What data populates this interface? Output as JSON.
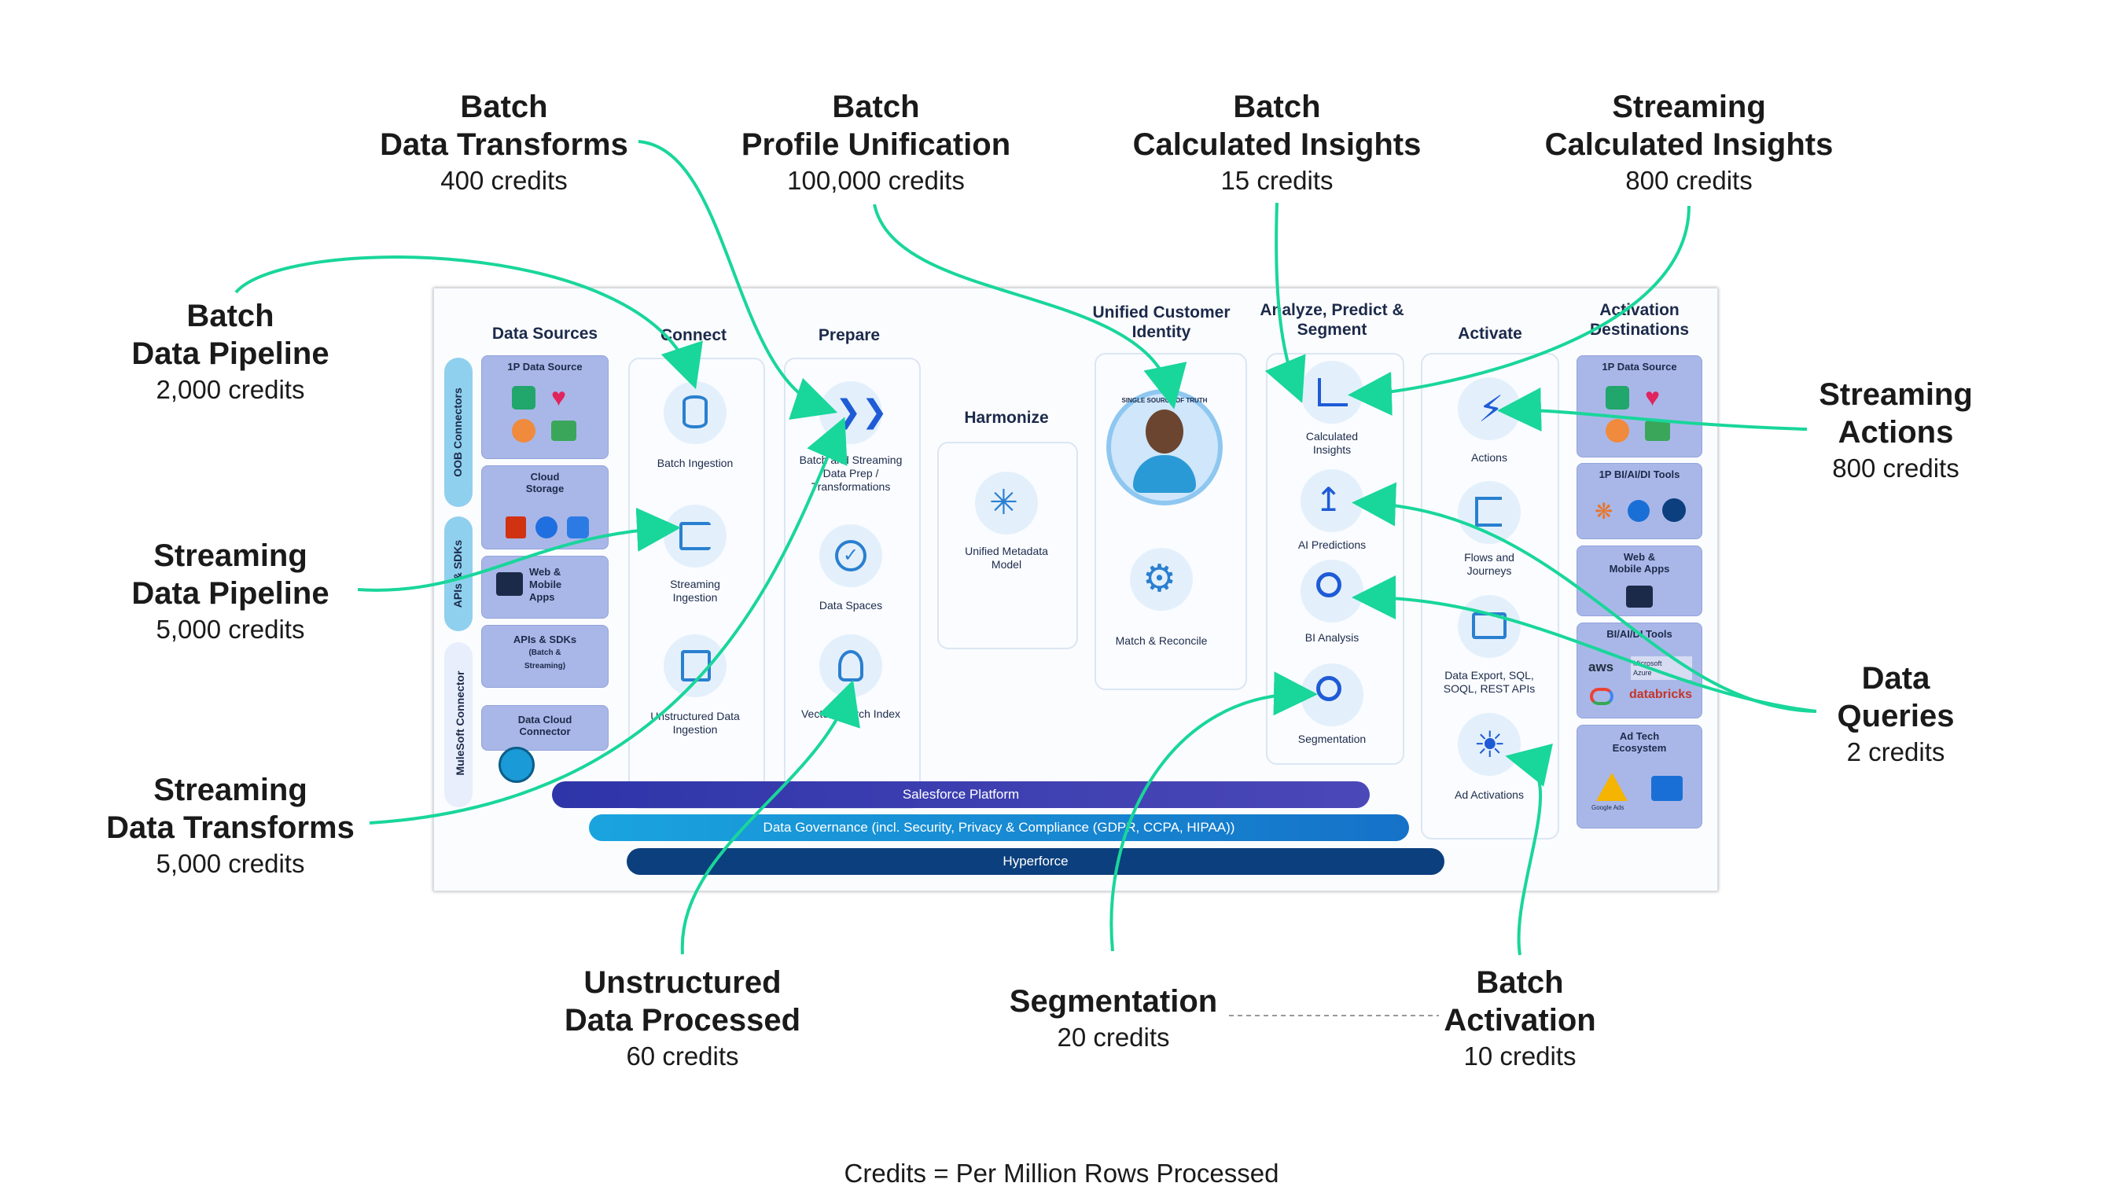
{
  "callouts": [
    {
      "id": "batch-data-transforms",
      "l1": "Batch",
      "l2": "Data Transforms",
      "credits": "400 credits"
    },
    {
      "id": "batch-profile-unification",
      "l1": "Batch",
      "l2": "Profile Unification",
      "credits": "100,000 credits"
    },
    {
      "id": "batch-calculated-insights",
      "l1": "Batch",
      "l2": "Calculated Insights",
      "credits": "15 credits"
    },
    {
      "id": "streaming-calculated-insights",
      "l1": "Streaming",
      "l2": "Calculated Insights",
      "credits": "800 credits"
    },
    {
      "id": "batch-data-pipeline",
      "l1": "Batch",
      "l2": "Data Pipeline",
      "credits": "2,000 credits"
    },
    {
      "id": "streaming-data-pipeline",
      "l1": "Streaming",
      "l2": "Data Pipeline",
      "credits": "5,000 credits"
    },
    {
      "id": "streaming-data-transforms",
      "l1": "Streaming",
      "l2": "Data Transforms",
      "credits": "5,000 credits"
    },
    {
      "id": "streaming-actions",
      "l1": "Streaming",
      "l2": "Actions",
      "credits": "800 credits"
    },
    {
      "id": "data-queries",
      "l1": "Data",
      "l2": "Queries",
      "credits": "2 credits"
    },
    {
      "id": "unstructured-data-processed",
      "l1": "Unstructured",
      "l2": "Data Processed",
      "credits": "60 credits"
    },
    {
      "id": "segmentation",
      "l1": "",
      "l2": "Segmentation",
      "credits": "20 credits"
    },
    {
      "id": "batch-activation",
      "l1": "Batch",
      "l2": "Activation",
      "credits": "10 credits"
    }
  ],
  "footnote": "Credits = Per Million Rows Processed",
  "diagram": {
    "columns": {
      "data_sources": "Data Sources",
      "connect": "Connect",
      "prepare": "Prepare",
      "harmonize": "Harmonize",
      "unified_l1": "Unified Customer",
      "unified_l2": "Identity",
      "analyze_l1": "Analyze, Predict &",
      "analyze_l2": "Segment",
      "activate": "Activate",
      "destinations_l1": "Activation",
      "destinations_l2": "Destinations"
    },
    "side_labels": {
      "oob": "OOB Connectors",
      "apis": "APIs & SDKs",
      "mulesoft": "MuleSoft Connector"
    },
    "sources": {
      "first_party": "1P Data Source",
      "cloud_l1": "Cloud",
      "cloud_l2": "Storage",
      "web_l1": "Web &",
      "web_l2": "Mobile",
      "web_l3": "Apps",
      "apis_l1": "APIs & SDKs",
      "apis_l2": "(Batch &",
      "apis_l3": "Streaming)",
      "dcc_l1": "Data Cloud",
      "dcc_l2": "Connector"
    },
    "connect": {
      "batch": "Batch Ingestion",
      "stream_l1": "Streaming",
      "stream_l2": "Ingestion",
      "unstruct_l1": "Unstructured Data",
      "unstruct_l2": "Ingestion"
    },
    "prepare": {
      "bsp_l1": "Batch and Streaming",
      "bsp_l2": "Data Prep /",
      "bsp_l3": "Transformations",
      "spaces": "Data Spaces",
      "vector": "Vector Search Index"
    },
    "harmonize": {
      "umm_l1": "Unified Metadata",
      "umm_l2": "Model"
    },
    "unified": {
      "match": "Match & Reconcile",
      "badge": "SINGLE SOURCE OF TRUTH"
    },
    "analyze": {
      "ci_l1": "Calculated",
      "ci_l2": "Insights",
      "ai": "AI Predictions",
      "bi": "BI Analysis",
      "seg": "Segmentation"
    },
    "activate": {
      "actions": "Actions",
      "flows_l1": "Flows and",
      "flows_l2": "Journeys",
      "export_l1": "Data Export, SQL,",
      "export_l2": "SOQL, REST APIs",
      "ad": "Ad Activations"
    },
    "destinations": {
      "first_party": "1P Data Source",
      "bi_tools": "1P BI/AI/DI Tools",
      "web_l1": "Web &",
      "web_l2": "Mobile Apps",
      "bi_ai_di": "BI/AI/DI Tools",
      "aws": "aws",
      "azure_l1": "Microsoft",
      "azure_l2": "Azure",
      "databricks": "databricks",
      "adtech_l1": "Ad Tech",
      "adtech_l2": "Ecosystem",
      "google_ads": "Google Ads"
    },
    "bars": {
      "platform": "Salesforce Platform",
      "governance": "Data Governance (incl. Security, Privacy & Compliance (GDPR, CCPA, HIPAA))",
      "hyperforce": "Hyperforce"
    }
  },
  "colors": {
    "accent_green": "#19d69a",
    "navy": "#1c2a4a",
    "source_purple": "#a9b7e8",
    "bar_platform": "#3b3aa8",
    "bar_governance": "#1a8fd6",
    "bar_hyperforce": "#0c3f7d",
    "icon_blue": "#2a7fd0"
  }
}
